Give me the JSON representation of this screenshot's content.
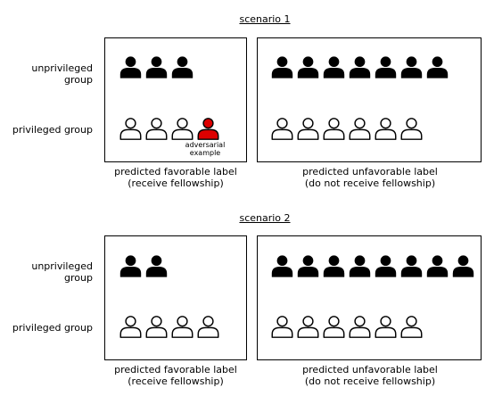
{
  "colors": {
    "filled": "#000000",
    "outline": "#000000",
    "adversarial": "#dd0000"
  },
  "row_labels": {
    "unprivileged": "unprivileged group",
    "privileged": "privileged group"
  },
  "captions": {
    "favorable": [
      "predicted favorable label",
      "(receive fellowship)"
    ],
    "unfavorable": [
      "predicted unfavorable label",
      "(do not receive fellowship)"
    ]
  },
  "adversarial_label": [
    "adversarial",
    "example"
  ],
  "scenarios": [
    {
      "title": "scenario 1",
      "favorable": {
        "unprivileged_count": 3,
        "privileged_count": 3,
        "adversarial_count": 1
      },
      "unfavorable": {
        "unprivileged_count": 7,
        "privileged_count": 6
      }
    },
    {
      "title": "scenario 2",
      "favorable": {
        "unprivileged_count": 2,
        "privileged_count": 4,
        "adversarial_count": 0
      },
      "unfavorable": {
        "unprivileged_count": 8,
        "privileged_count": 6
      }
    }
  ]
}
